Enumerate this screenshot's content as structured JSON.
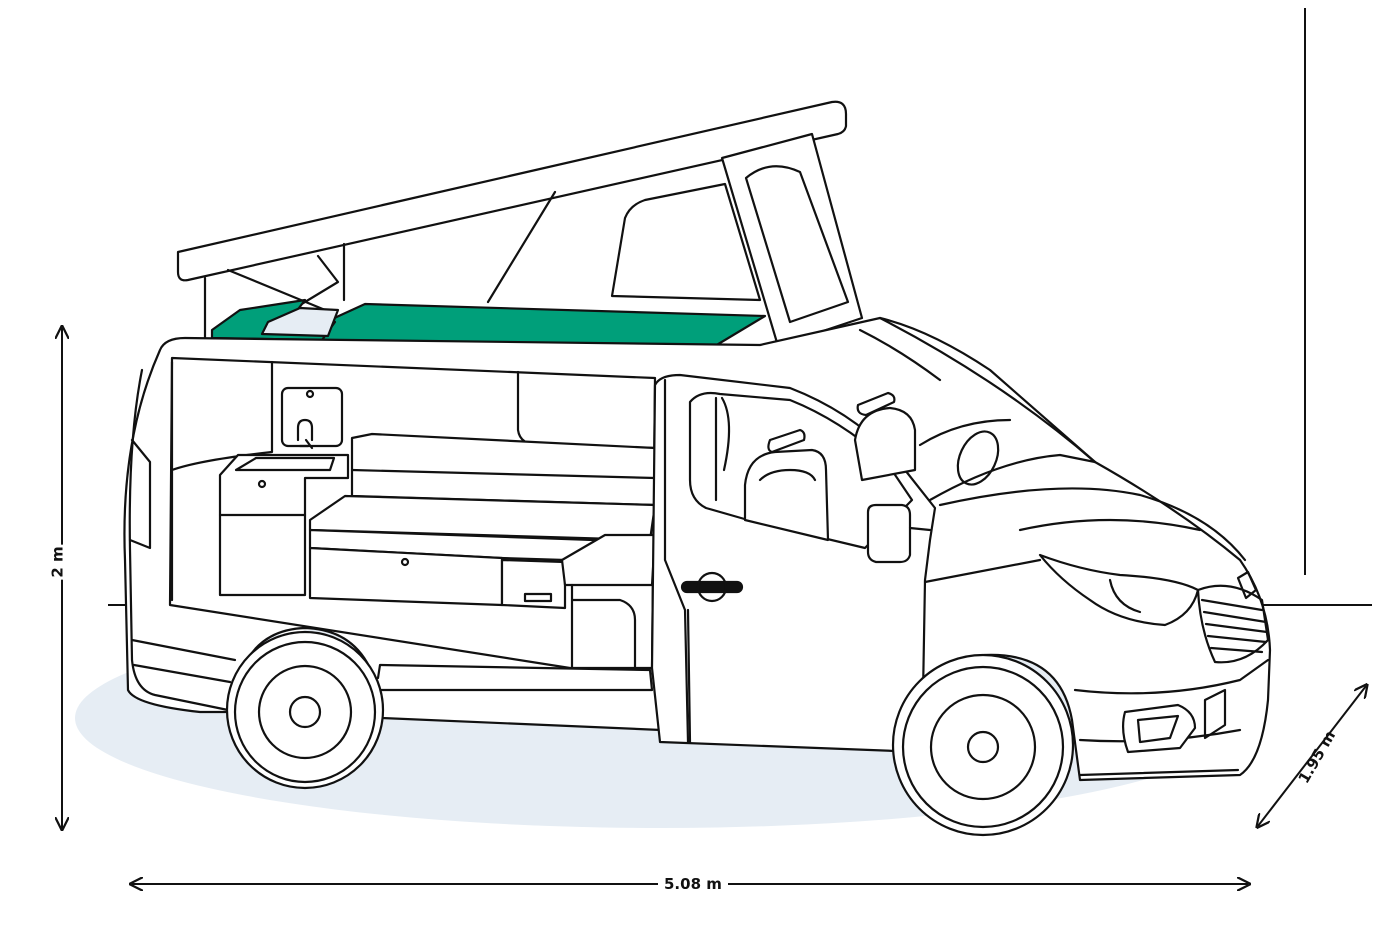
{
  "dimensions": {
    "height": "2 m",
    "length": "5.08 m",
    "width": "1.95 m"
  },
  "colors": {
    "line": "#111111",
    "accent_green": "#009f7a",
    "shadow": "#e6edf4",
    "background": "#ffffff"
  }
}
